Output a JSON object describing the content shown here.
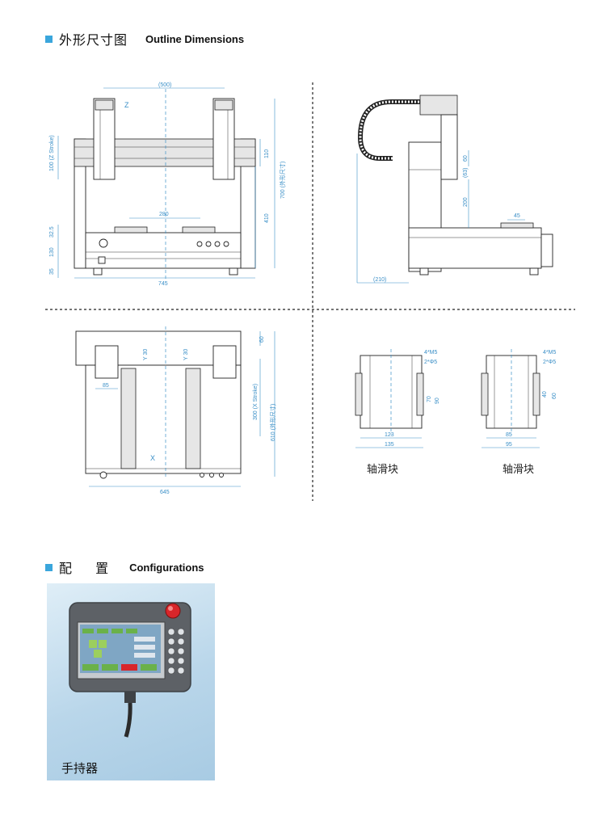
{
  "section_outline": {
    "title_cn": "外形尺寸图",
    "title_en": "Outline Dimensions"
  },
  "front_view": {
    "dims": {
      "top_span": "(500)",
      "z_label": "Z",
      "z_stroke": "100 (Z Stroke)",
      "right_110": "110",
      "right_700": "700 (外形尺寸)",
      "right_410": "410",
      "center_280": "280",
      "left_32_5": "32.5",
      "left_130": "130",
      "left_35": "35",
      "bottom_745": "745"
    }
  },
  "side_view": {
    "dims": {
      "d60": "60",
      "d63": "(63)",
      "d200": "200",
      "d45": "45",
      "d210": "(210)"
    }
  },
  "top_view": {
    "dims": {
      "top_60": "60",
      "y30a": "Y 30",
      "y30b": "Y 30",
      "x_stroke": "300 (X Stroke)",
      "outline_610": "610 (外形尺寸)",
      "d85": "85",
      "x_label": "X",
      "bottom_645": "645"
    }
  },
  "slider_large": {
    "dims": {
      "screw": "4*M5",
      "pin": "2*Φ5",
      "d70": "70",
      "d90": "90",
      "w123": "123",
      "w135": "135"
    },
    "caption": "轴滑块"
  },
  "slider_small": {
    "dims": {
      "screw": "4*M5",
      "pin": "2*Φ5",
      "d40": "40",
      "d60": "60",
      "w85": "85",
      "w95": "95"
    },
    "caption": "轴滑块"
  },
  "section_config": {
    "title_cn": "配 置",
    "title_en": "Configurations"
  },
  "pendant": {
    "caption": "手持器"
  },
  "colors": {
    "accent": "#3aa6dc",
    "dimension": "#3a8fc7",
    "stop_button": "#d8262a"
  }
}
